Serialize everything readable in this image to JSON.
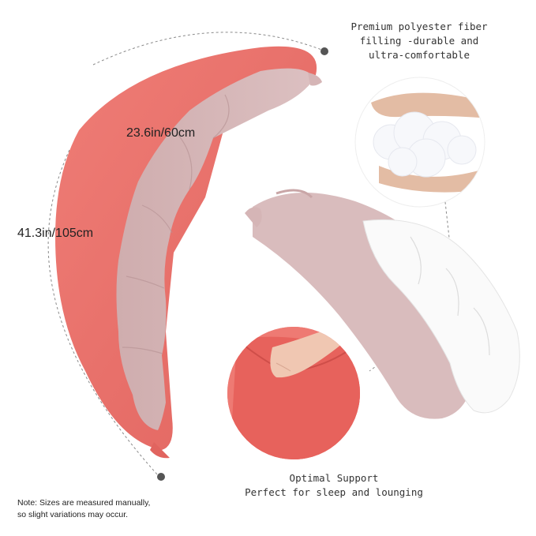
{
  "colors": {
    "coral": "#ec7670",
    "mauve": "#d5b5b6",
    "white_fill": "#fafafa",
    "text": "#2a2a2a"
  },
  "icons": [
    "pillow-graphic",
    "polyester-fill-photo",
    "hand-press-photo",
    "opened-pillow-graphic"
  ],
  "labels": {
    "width_dim": "23.6in/60cm",
    "length_dim": "41.3in/105cm",
    "feature1_line1": "Premium polyester fiber",
    "feature1_line2": "filling -durable and",
    "feature1_line3": "ultra-comfortable",
    "feature2_line1": "Optimal Support",
    "feature2_line2": "Perfect for sleep and lounging",
    "note_line1": "Note: Sizes are measured manually,",
    "note_line2": "so slight variations may occur."
  }
}
